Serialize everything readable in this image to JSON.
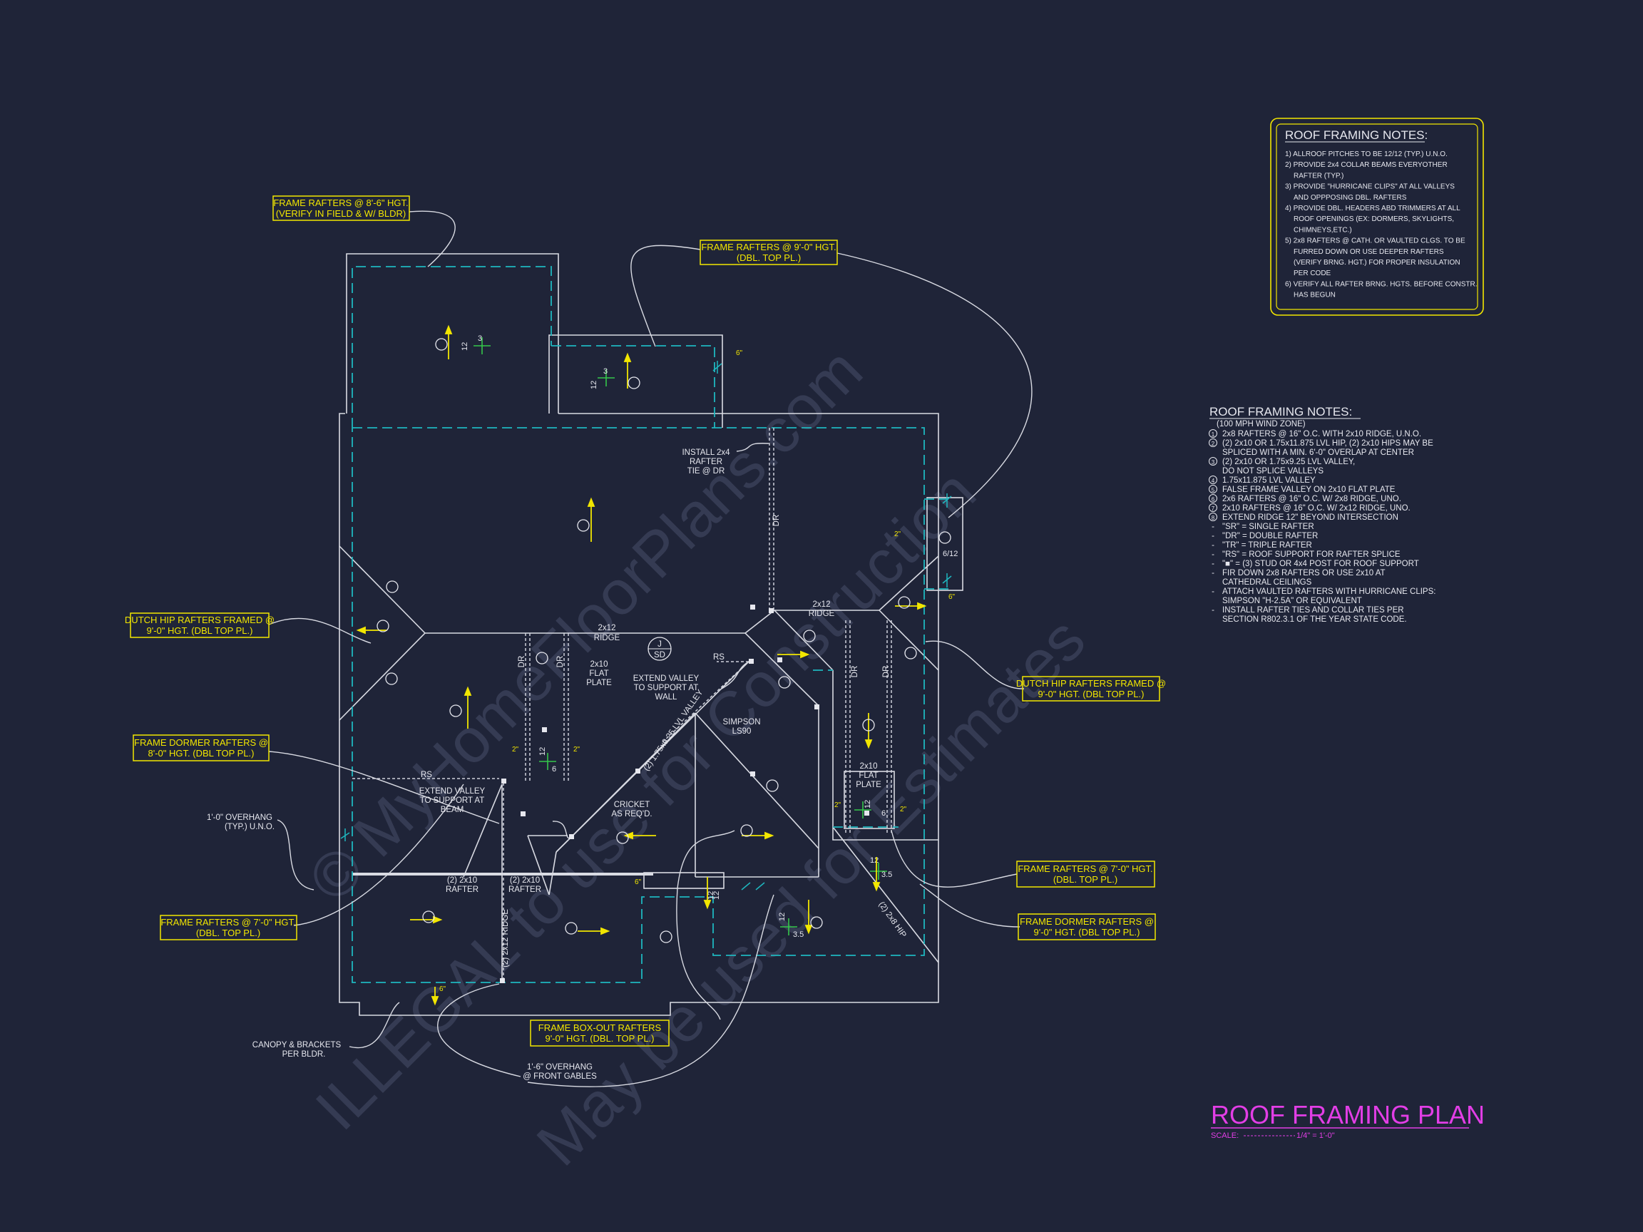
{
  "colors": {
    "background": "#1f2438",
    "line": "#d9dbe3",
    "cyan": "#1fb7bf",
    "yellow": "#f2e600",
    "green": "#35c64a",
    "magenta": "#e23ee6",
    "watermark": "#3a4058"
  },
  "watermark": {
    "line1": "© MyHomeFloorPlans.com",
    "line2": "ILLEGAL to use for Construction",
    "line3": "May be used for Estimates"
  },
  "callouts": [
    {
      "id": "frame-8-6",
      "l1": "FRAME RAFTERS @ 8'-6\" HGT.",
      "l2": "(VERIFY IN FIELD & W/ BLDR)"
    },
    {
      "id": "frame-9-0-top",
      "l1": "FRAME RAFTERS @ 9'-0\" HGT.",
      "l2": "(DBL. TOP PL.)"
    },
    {
      "id": "dutch-hip-left",
      "l1": "DUTCH HIP RAFTERS FRAMED @",
      "l2": "9'-0\" HGT. (DBL TOP PL.)"
    },
    {
      "id": "dormer-left",
      "l1": "FRAME DORMER RAFTERS @",
      "l2": "8'-0\" HGT. (DBL TOP PL.)"
    },
    {
      "id": "frame-7-0-left",
      "l1": "FRAME RAFTERS @ 7'-0\" HGT.",
      "l2": "(DBL. TOP PL.)"
    },
    {
      "id": "dutch-hip-right",
      "l1": "DUTCH HIP RAFTERS FRAMED @",
      "l2": "9'-0\" HGT. (DBL TOP PL.)"
    },
    {
      "id": "frame-7-0-right",
      "l1": "FRAME RAFTERS @ 7'-0\" HGT.",
      "l2": "(DBL. TOP PL.)"
    },
    {
      "id": "dormer-right",
      "l1": "FRAME DORMER RAFTERS @",
      "l2": "9'-0\" HGT. (DBL TOP PL.)"
    },
    {
      "id": "box-out",
      "l1": "FRAME BOX-OUT RAFTERS",
      "l2": "9'-0\" HGT. (DBL. TOP PL.)"
    }
  ],
  "labels": {
    "install_tie": [
      "INSTALL 2x4",
      "RAFTER",
      "TIE @ DR"
    ],
    "ridge_top": [
      "2x12",
      "RIDGE"
    ],
    "ridge_right": [
      "2x12",
      "RIDGE"
    ],
    "flat_plate_left": [
      "2x10",
      "FLAT",
      "PLATE"
    ],
    "flat_plate_right": [
      "2x10",
      "FLAT",
      "PLATE"
    ],
    "extend_valley_wall": [
      "EXTEND VALLEY",
      "TO SUPPORT AT",
      "WALL"
    ],
    "extend_valley_beam": [
      "EXTEND VALLEY",
      "TO SUPPORT AT",
      "BEAM"
    ],
    "simpson": [
      "SIMPSON",
      "LS90"
    ],
    "cricket": [
      "CRICKET",
      "AS REQ'D."
    ],
    "lvl_valley": "(2) 1.75x9.25 LVL VALLEY",
    "rafter_left": [
      "(2) 2x10",
      "RAFTER"
    ],
    "rafter_right": [
      "(2) 2x10",
      "RAFTER"
    ],
    "ridge_vertical": "(2) 2x12 RIDGE",
    "hip_right": "(2) 2x8 HIP",
    "overhang_left": [
      "1'-0\" OVERHANG",
      "(TYP.) U.N.O."
    ],
    "canopy": [
      "CANOPY & BRACKETS",
      "PER BLDR."
    ],
    "overhang_front": [
      "1'-6\" OVERHANG",
      "@ FRONT GABLES"
    ],
    "dr": "DR",
    "rs": "RS",
    "sd_top": "J",
    "sd_bottom": "SD",
    "pitch_12": "12",
    "pitch_3": "3",
    "pitch_35": "3.5",
    "pitch_6": "6",
    "pitch_612": "6/12",
    "inch_2": "2\"",
    "inch_6": "6\""
  },
  "notes_box": {
    "title": "ROOF FRAMING NOTES:",
    "lines": [
      "1) ALLROOF PITCHES TO BE 12/12 (TYP.) U.N.O.",
      "2) PROVIDE 2x4 COLLAR BEAMS EVERYOTHER",
      "RAFTER (TYP.)",
      "3) PROVIDE \"HURRICANE CLIPS\" AT ALL VALLEYS",
      "AND OPPPOSING DBL. RAFTERS",
      "4) PROVIDE DBL. HEADERS ABD TRIMMERS AT ALL",
      "ROOF OPENINGS (EX: DORMERS, SKYLIGHTS,",
      "CHIMNEYS,ETC.)",
      "5) 2x8 RAFTERS @ CATH. OR VAULTED CLGS. TO BE",
      "FURRED DOWN OR USE DEEPER RAFTERS",
      "(VERIFY BRNG. HGT.) FOR PROPER INSULATION",
      "PER CODE",
      "6) VERIFY ALL RAFTER BRNG. HGTS. BEFORE CONSTR.",
      "HAS BEGUN"
    ]
  },
  "notes_list": {
    "title": "ROOF FRAMING NOTES:",
    "subtitle": "(100 MPH WIND ZONE)",
    "items": [
      {
        "key": "1",
        "text": "2x8 RAFTERS @ 16\" O.C. WITH 2x10 RIDGE, U.N.O."
      },
      {
        "key": "2",
        "text": "(2) 2x10 OR 1.75x11.875 LVL HIP, (2) 2x10 HIPS MAY BE"
      },
      {
        "key": "",
        "text": "SPLICED WITH A MIN. 6'-0\" OVERLAP AT CENTER"
      },
      {
        "key": "3",
        "text": "(2) 2x10 OR 1.75x9.25 LVL VALLEY,"
      },
      {
        "key": "",
        "text": "DO NOT SPLICE VALLEYS"
      },
      {
        "key": "4",
        "text": "1.75x11.875 LVL VALLEY"
      },
      {
        "key": "5",
        "text": "FALSE FRAME VALLEY ON 2x10 FLAT PLATE"
      },
      {
        "key": "6",
        "text": "2x6 RAFTERS @ 16\" O.C. W/ 2x8 RIDGE, UNO."
      },
      {
        "key": "7",
        "text": "2x10 RAFTERS @ 16\" O.C. W/ 2x12 RIDGE, UNO."
      },
      {
        "key": "8",
        "text": "EXTEND RIDGE 12\" BEYOND INTERSECTION"
      },
      {
        "key": "-",
        "text": "\"SR\" = SINGLE RAFTER"
      },
      {
        "key": "-",
        "text": "\"DR\" = DOUBLE RAFTER"
      },
      {
        "key": "-",
        "text": "\"TR\" = TRIPLE RAFTER"
      },
      {
        "key": "-",
        "text": "\"RS\" = ROOF SUPPORT FOR RAFTER SPLICE"
      },
      {
        "key": "-",
        "text": "\"■\"  = (3) STUD OR 4x4 POST FOR ROOF SUPPORT"
      },
      {
        "key": "-",
        "text": "FIR DOWN 2x8 RAFTERS OR USE 2x10 AT"
      },
      {
        "key": "",
        "text": "CATHEDRAL CEILINGS"
      },
      {
        "key": "-",
        "text": "ATTACH VAULTED RAFTERS WITH HURRICANE CLIPS:"
      },
      {
        "key": "",
        "text": "SIMPSON \"H-2.5A\" OR EQUIVALENT"
      },
      {
        "key": "-",
        "text": "INSTALL RAFTER TIES AND COLLAR TIES PER"
      },
      {
        "key": "",
        "text": "SECTION R802.3.1 OF THE YEAR STATE CODE."
      }
    ]
  },
  "plan_title": "ROOF FRAMING PLAN",
  "scale_label": "SCALE:",
  "scale_value": "1/4\" = 1'-0\""
}
